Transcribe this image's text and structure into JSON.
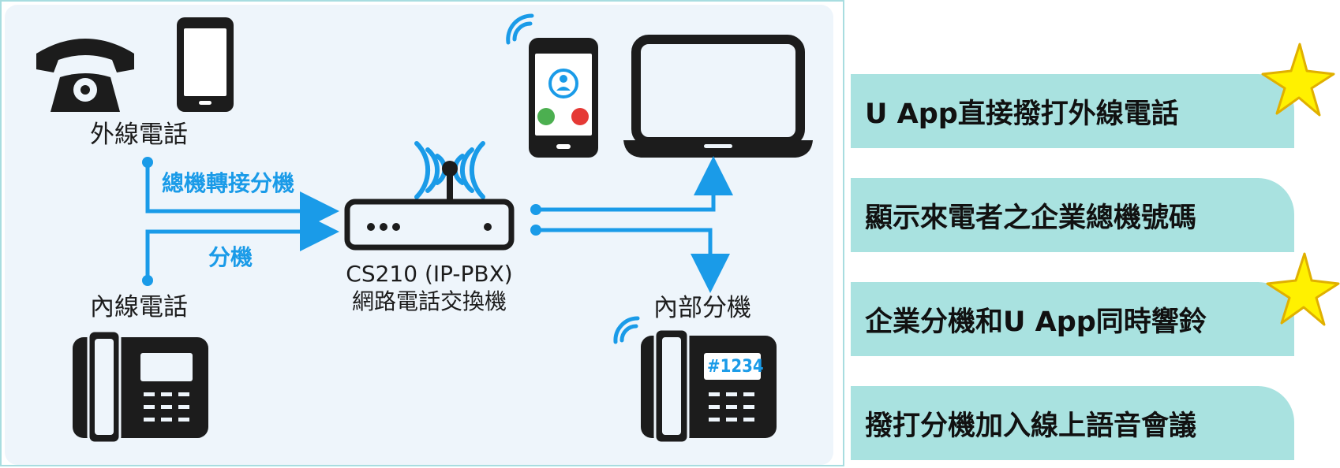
{
  "diagram": {
    "labels": {
      "outside_line": "外線電話",
      "operator_transfer": "總機轉接分機",
      "extension": "分機",
      "inside_line": "內線電話",
      "pbx_model": "CS210 (IP-PBX)",
      "pbx_desc": "網路電話交換機",
      "internal_extension": "內部分機",
      "desk_phone_display": "#1234"
    },
    "colors": {
      "accent_blue": "#1a9be8",
      "icon_dark": "#1c1c1c",
      "panel_bg": "#eef5fb",
      "panel_border": "#a8dde0",
      "feature_bg": "#a9e2e0",
      "star_yellow": "#fff100"
    },
    "icons": [
      "rotary-phone-icon",
      "smartphone-icon",
      "wifi-signal-icon",
      "mobile-app-icon",
      "laptop-icon",
      "router-icon",
      "desk-phone-icon"
    ]
  },
  "features": [
    {
      "text": "U App直接撥打外線電話",
      "starred": true
    },
    {
      "text": "顯示來電者之企業總機號碼",
      "starred": false
    },
    {
      "text": "企業分機和U App同時響鈴",
      "starred": true
    },
    {
      "text": "撥打分機加入線上語音會議",
      "starred": false
    }
  ]
}
